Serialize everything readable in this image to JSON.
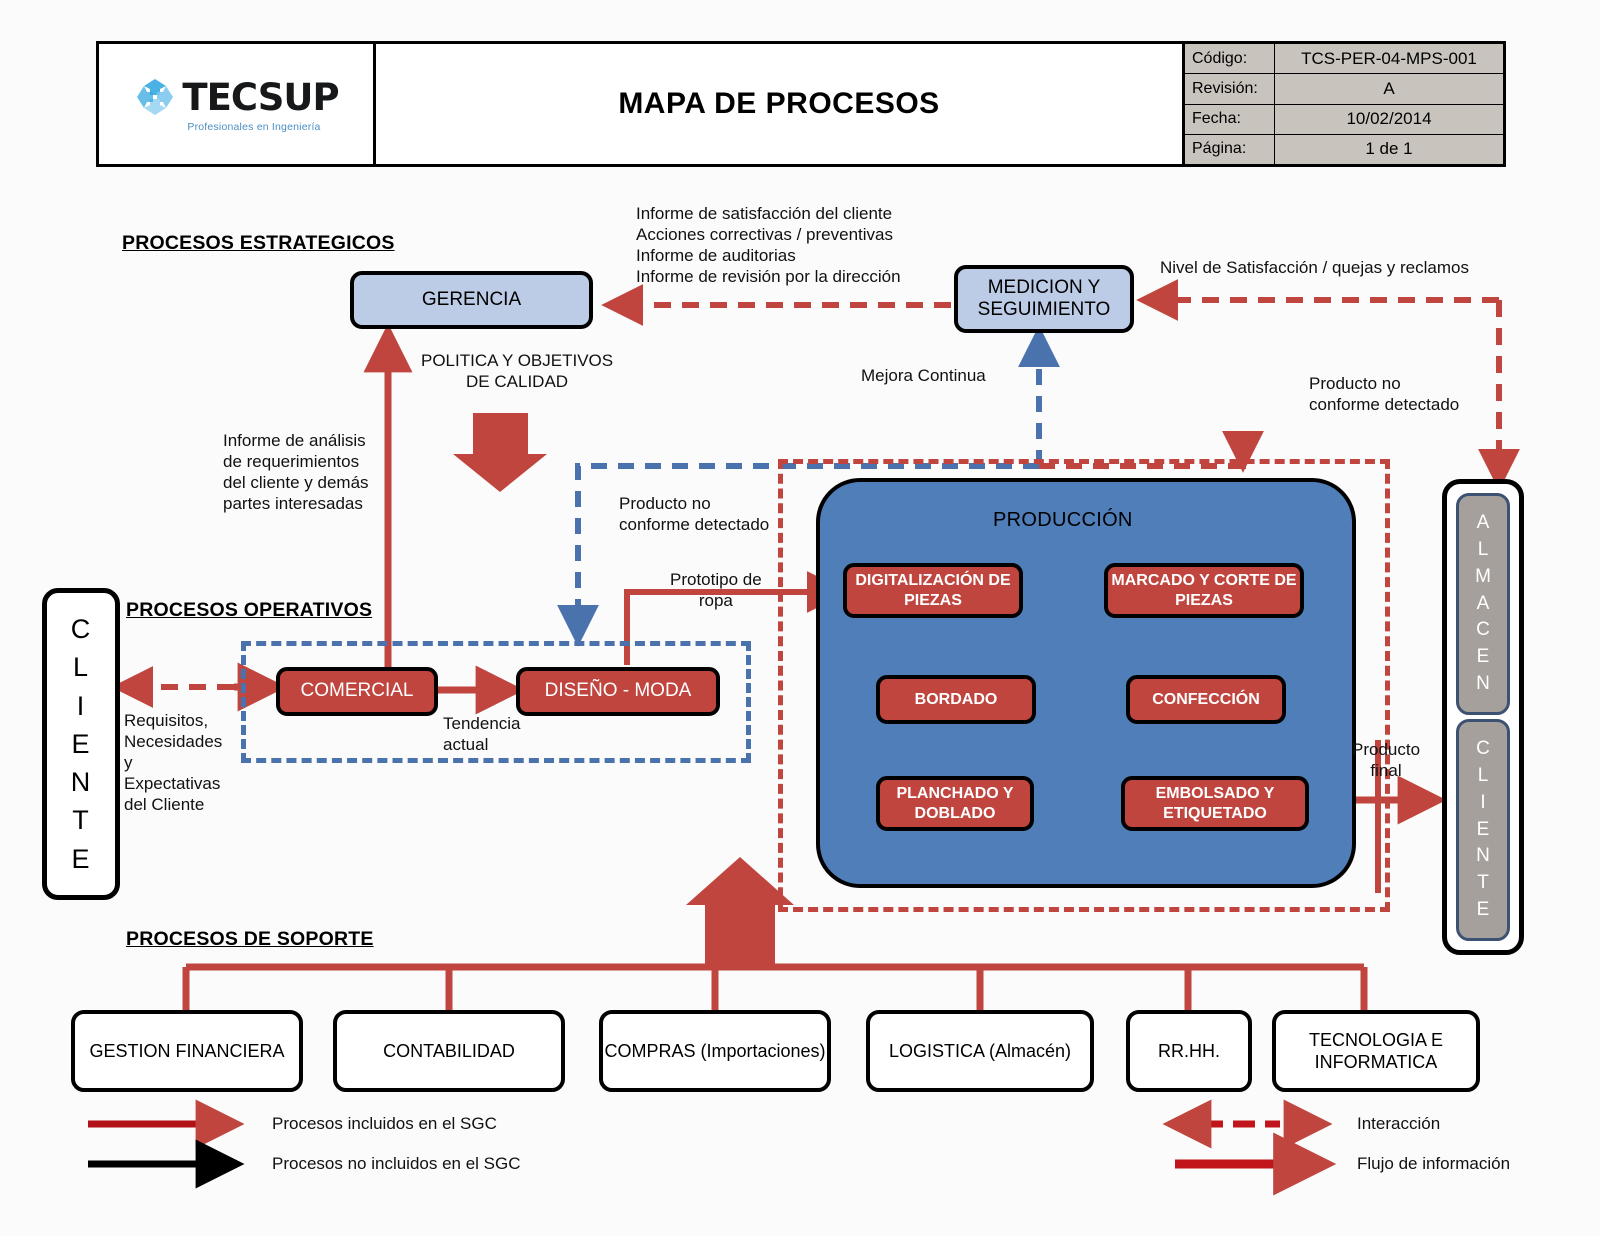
{
  "header": {
    "logo": {
      "word": "TECSUP",
      "tagline": "Profesionales en Ingeniería",
      "icon": "recycle-arrows-icon"
    },
    "title": "MAPA DE PROCESOS",
    "table": [
      {
        "key": "Código:",
        "value": "TCS-PER-04-MPS-001"
      },
      {
        "key": "Revisión:",
        "value": "A"
      },
      {
        "key": "Fecha:",
        "value": "10/02/2014"
      },
      {
        "key": "Página:",
        "value": "1 de 1"
      }
    ]
  },
  "sections": {
    "estrategicos": "PROCESOS ESTRATEGICOS",
    "operativos": "PROCESOS OPERATIVOS",
    "soporte": "PROCESOS DE SOPORTE"
  },
  "strategic": {
    "gerencia": "GERENCIA",
    "medicion": "MEDICION Y\nSEGUIMIENTO",
    "feedback_list": "Informe de satisfacción del cliente\nAcciones correctivas / preventivas\nInforme de auditorias\nInforme de revisión por la dirección",
    "politica": "POLITICA Y OBJETIVOS\nDE CALIDAD",
    "analisis": "Informe de análisis\nde requerimientos\ndel cliente y demás\npartes interesadas",
    "nivel_satisfaccion": "Nivel de Satisfacción / quejas y reclamos",
    "mejora_continua": "Mejora Continua",
    "producto_no_conforme_right": "Producto no\nconforme detectado",
    "producto_no_conforme_left": "Producto no\nconforme detectado"
  },
  "client_left": {
    "letters": [
      "C",
      "L",
      "I",
      "E",
      "N",
      "T",
      "E"
    ],
    "note": "Requisitos,\nNecesidades\ny\nExpectativas\ndel Cliente"
  },
  "client_right": {
    "almacen_letters": [
      "A",
      "L",
      "M",
      "A",
      "C",
      "E",
      "N"
    ],
    "cliente_letters": [
      "C",
      "L",
      "I",
      "E",
      "N",
      "T",
      "E"
    ],
    "producto_final": "Producto\nfinal"
  },
  "operational": {
    "comercial": "COMERCIAL",
    "diseno": "DISEÑO - MODA",
    "tendencia": "Tendencia\nactual",
    "prototipo": "Prototipo de\nropa"
  },
  "production": {
    "title": "PRODUCCIÓN",
    "steps": [
      {
        "id": "digitalizacion",
        "label": "DIGITALIZACIÓN\nDE PIEZAS"
      },
      {
        "id": "marcado",
        "label": "MARCADO Y CORTE\nDE PIEZAS"
      },
      {
        "id": "confeccion",
        "label": "CONFECCIÓN"
      },
      {
        "id": "bordado",
        "label": "BORDADO"
      },
      {
        "id": "planchado",
        "label": "PLANCHADO Y\nDOBLADO"
      },
      {
        "id": "embolsado",
        "label": "EMBOLSADO Y\nETIQUETADO"
      }
    ]
  },
  "support": [
    {
      "id": "gestion-financiera",
      "label": "GESTION\nFINANCIERA"
    },
    {
      "id": "contabilidad",
      "label": "CONTABILIDAD"
    },
    {
      "id": "compras",
      "label": "COMPRAS\n(Importaciones)"
    },
    {
      "id": "logistica",
      "label": "LOGISTICA\n(Almacén)"
    },
    {
      "id": "rrhh",
      "label": "RR.HH."
    },
    {
      "id": "tecnologia-informatica",
      "label": "TECNOLOGIA E\nINFORMATICA"
    }
  ],
  "legend": [
    {
      "id": "incluidos",
      "label": "Procesos incluidos en el SGC",
      "style": "solid-red-arrow"
    },
    {
      "id": "no-incluidos",
      "label": "Procesos no incluidos en el SGC",
      "style": "solid-black-arrow"
    },
    {
      "id": "interaccion",
      "label": "Interacción",
      "style": "dashed-red-double-arrow"
    },
    {
      "id": "flujo",
      "label": "Flujo de información",
      "style": "solid-red-thick-arrow"
    }
  ],
  "colors": {
    "red": "#c0453e",
    "production_blue": "#4f7eb8",
    "light_blue": "#bdcce6",
    "dash_blue": "#4a73ad",
    "gray": "#a6a09c",
    "header_gray": "#c8c4bd"
  }
}
